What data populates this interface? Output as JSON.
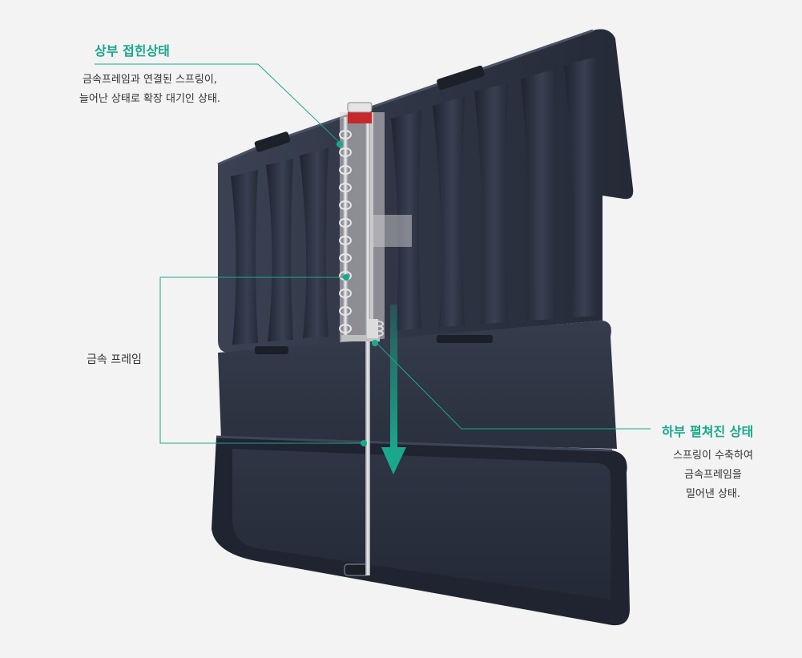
{
  "colors": {
    "accent": "#19a88c",
    "device": "#2b3140",
    "background": "#f3f3f3"
  },
  "callouts": {
    "top": {
      "title": "상부 접힌상태",
      "lines": [
        "금속프레임과 연결된 스프링이,",
        "늘어난 상태로 확장 대기인 상태."
      ]
    },
    "frame": {
      "label": "금속 프레임"
    },
    "bottom": {
      "title": "하부 펼쳐진 상태",
      "lines": [
        "스프링이 수축하여",
        "금속프레임을",
        "밀어낸 상태."
      ]
    }
  },
  "icons": [
    "down-arrow-icon"
  ]
}
